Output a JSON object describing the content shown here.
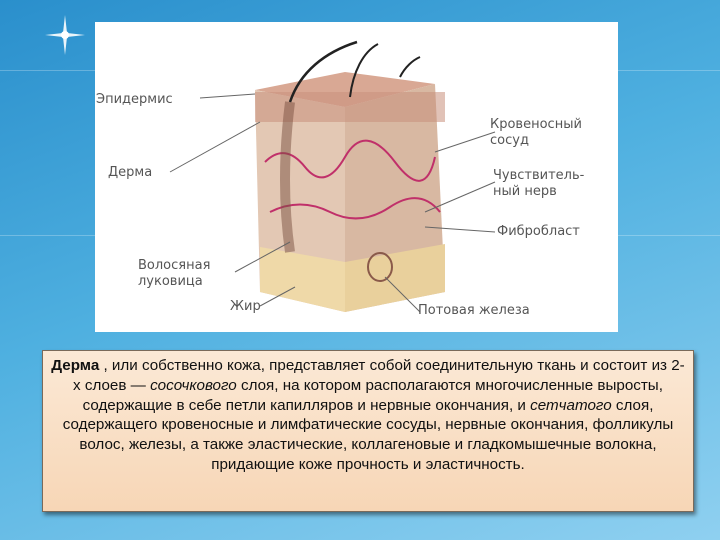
{
  "figure": {
    "labels": {
      "epidermis": "Эпидермис",
      "dermis": "Дерма",
      "hair_bulb_1": "Волосяная",
      "hair_bulb_2": "луковица",
      "fat": "Жир",
      "blood_vessel_1": "Кровеносный",
      "blood_vessel_2": "сосуд",
      "nerve_1": "Чувствитель-",
      "nerve_2": "ный нерв",
      "fibroblast": "Фибробласт",
      "sweat_gland": "Потовая железа"
    }
  },
  "text": {
    "term": "Дерма",
    "p1": " , или собственно кожа, представляет собой соединительную ткань и состоит из 2-х слоев — ",
    "em1": "сосочкового",
    "p2": " слоя, на котором располагаются многочисленные выросты, содержащие в себе петли капилляров и нервные окончания, и ",
    "em2": "сетчатого",
    "p3": " слоя, содержащего кровеносные и лимфатические сосуды, нервные окончания, фолликулы волос, железы, а также эластические, коллагеновые и гладкомышечные волокна, придающие коже прочность и эластичность."
  }
}
